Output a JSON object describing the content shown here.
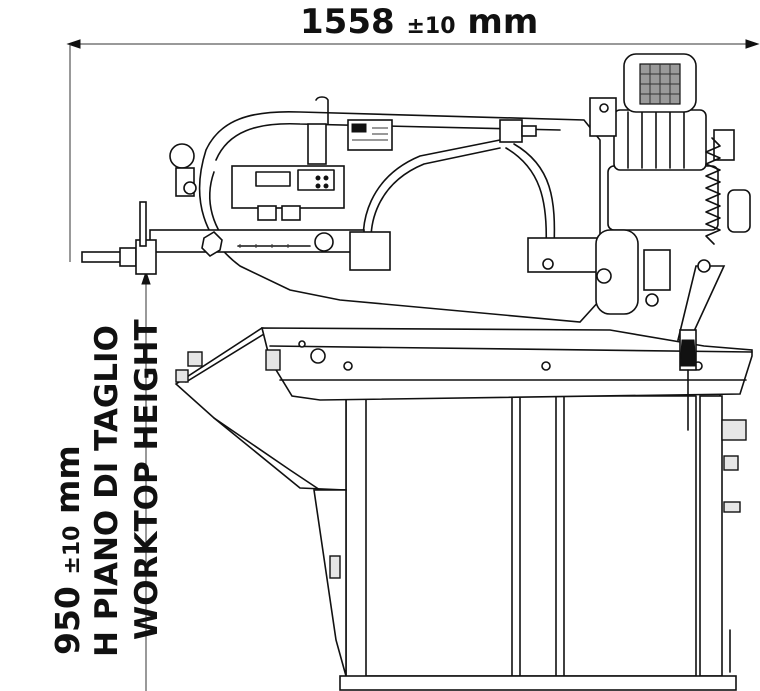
{
  "dimensions": {
    "width": {
      "value": "1558",
      "tolerance": "±10",
      "unit": "mm"
    },
    "height": {
      "value": "950",
      "tolerance": "±10",
      "unit": "mm"
    }
  },
  "labels": {
    "line1": "H PIANO DI TAGLIO",
    "line2": "WORKTOP HEIGHT"
  },
  "colors": {
    "line": "#111111",
    "background": "#ffffff"
  }
}
